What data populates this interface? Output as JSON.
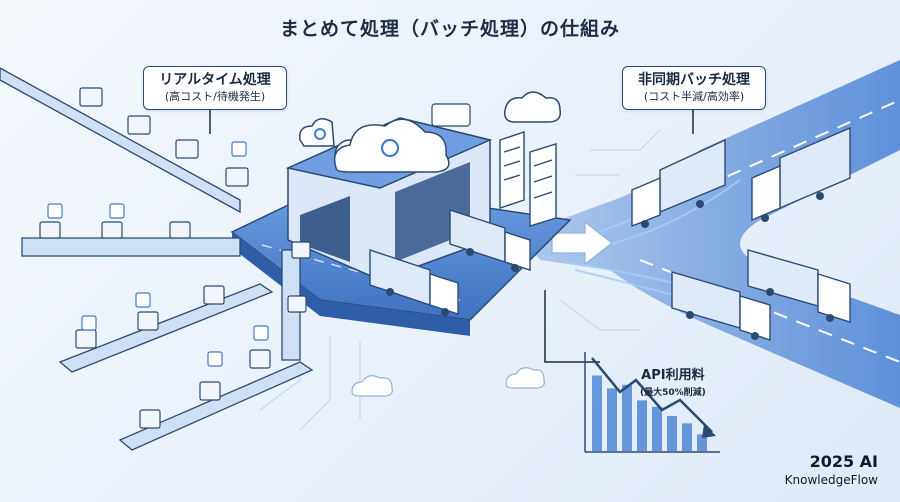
{
  "title": "まとめて処理（バッチ処理）の仕組み",
  "left_callout": {
    "title": "リアルタイム処理",
    "subtitle": "(高コスト/待機発生)"
  },
  "right_callout": {
    "title": "非同期バッチ処理",
    "subtitle": "(コスト半減/高効率)"
  },
  "api_chart": {
    "title": "API利用料",
    "subtitle": "(最大50%削減)",
    "bar_levels": [
      0.82,
      0.68,
      0.72,
      0.55,
      0.48,
      0.38,
      0.3,
      0.18
    ]
  },
  "branding": {
    "year": "2025 AI",
    "name": "KnowledgeFlow"
  },
  "colors": {
    "accent": "#3f7bd0",
    "dark": "#2b4a72",
    "road": "#5a8fd8",
    "bar": "#4f86d6"
  }
}
